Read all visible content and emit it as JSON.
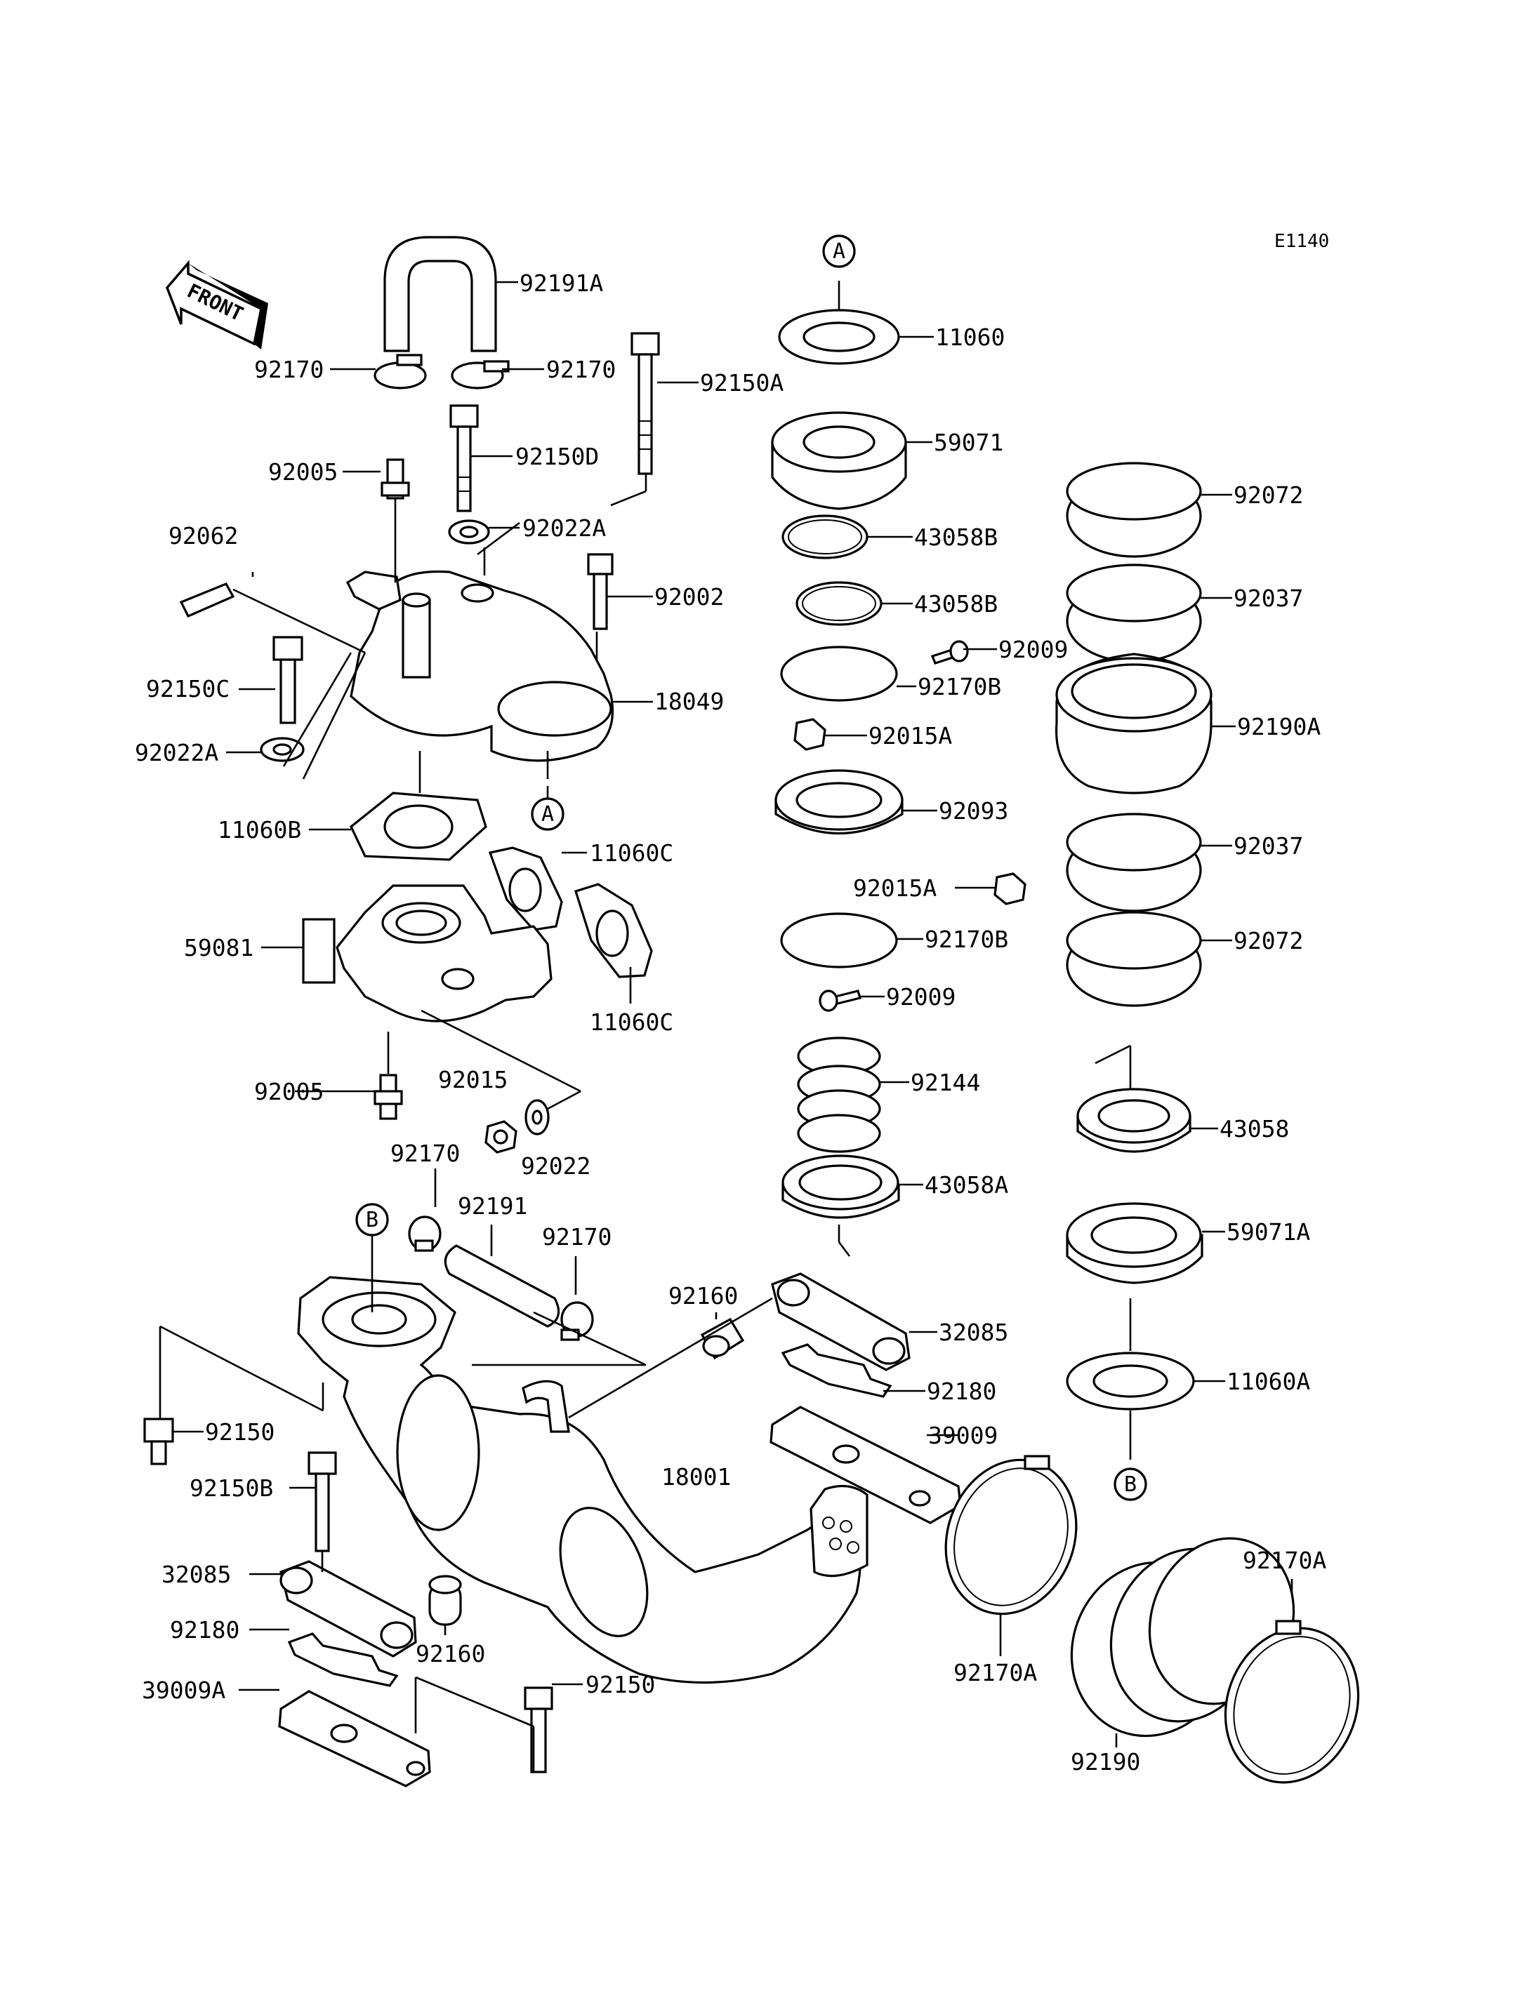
{
  "diagram_code": "E1140",
  "front_arrow": "FRONT",
  "refs": {
    "a_top": "A",
    "a_mid": "A",
    "b_left": "B",
    "b_right": "B"
  },
  "labels": {
    "p92191A": "92191A",
    "p92170_l": "92170",
    "p92170_r": "92170",
    "p92150A": "92150A",
    "p92150D": "92150D",
    "p92005_top": "92005",
    "p92022A_top": "92022A",
    "p92062": "92062",
    "p92002": "92002",
    "p18049": "18049",
    "p92150C": "92150C",
    "p92022A_l": "92022A",
    "p11060B": "11060B",
    "p11060C_top": "11060C",
    "p11060C_bot": "11060C",
    "p59081": "59081",
    "p92005_bot": "92005",
    "p92015": "92015",
    "p92022": "92022",
    "p92170_a": "92170",
    "p92191": "92191",
    "p92170_b": "92170",
    "p92160_top": "92160",
    "p32085_r": "32085",
    "p92180_r": "92180",
    "p39009": "39009",
    "p18001": "18001",
    "p92150_l": "92150",
    "p92150B": "92150B",
    "p32085_l": "32085",
    "p92180_l": "92180",
    "p92160_bot": "92160",
    "p39009A": "39009A",
    "p92150_b": "92150",
    "p11060": "11060",
    "p59071": "59071",
    "p43058B_1": "43058B",
    "p43058B_2": "43058B",
    "p92009_top": "92009",
    "p92170B_top": "92170B",
    "p92015A_top": "92015A",
    "p92093": "92093",
    "p92015A_bot": "92015A",
    "p92170B_bot": "92170B",
    "p92009_bot": "92009",
    "p92144": "92144",
    "p43058A": "43058A",
    "p92072_top": "92072",
    "p92037_top": "92037",
    "p92190A": "92190A",
    "p92037_bot": "92037",
    "p92072_bot": "92072",
    "p43058": "43058",
    "p59071A": "59071A",
    "p11060A": "11060A",
    "p92170A_r": "92170A",
    "p92170A_l": "92170A",
    "p92190": "92190"
  }
}
